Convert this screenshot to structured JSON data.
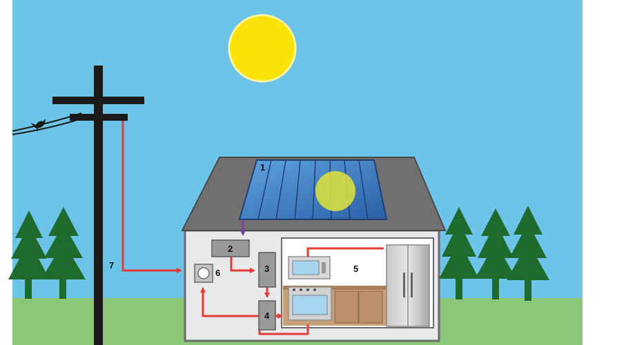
{
  "labels": {
    "panel": "1",
    "inverter": "2",
    "disconnect": "3",
    "breaker_panel": "4",
    "appliances": "5",
    "meter": "6",
    "grid_line": "7"
  },
  "colors": {
    "sky": "#6CC4E8",
    "sun": "#FAE20A",
    "grass": "#8CC679",
    "roof": "#707070",
    "pole": "#1A1A1A",
    "tree": "#1F6B2D",
    "wire_red": "#E53935",
    "wire_purple": "#7B3FA0",
    "panel_blue": "#3A78C4",
    "house_wall": "#E9E9E9"
  }
}
